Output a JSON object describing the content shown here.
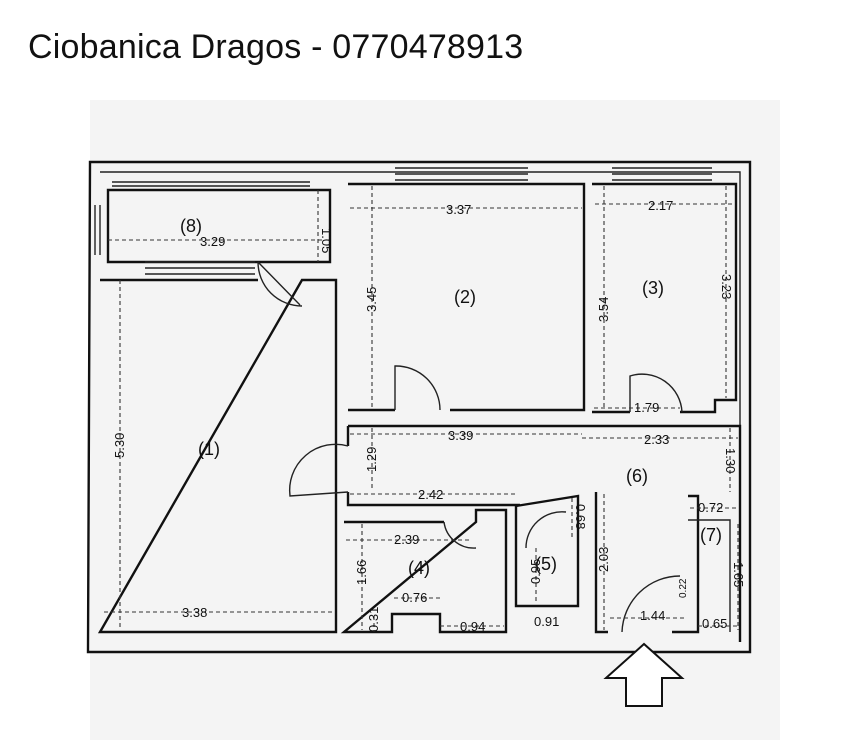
{
  "header": {
    "title": "Ciobanica Dragos - 0770478913"
  },
  "rooms": [
    {
      "id": "1",
      "label": "(1)"
    },
    {
      "id": "2",
      "label": "(2)"
    },
    {
      "id": "3",
      "label": "(3)"
    },
    {
      "id": "4",
      "label": "(4)"
    },
    {
      "id": "5",
      "label": "(5)"
    },
    {
      "id": "6",
      "label": "(6)"
    },
    {
      "id": "7",
      "label": "(7)"
    },
    {
      "id": "8",
      "label": "(8)"
    }
  ],
  "dimensions": [
    "3.29",
    "1.05",
    "3.37",
    "2.17",
    "3.45",
    "3.54",
    "3.23",
    "1.79",
    "3.39",
    "2.33",
    "1.29",
    "1.30",
    "5.30",
    "2.42",
    "2.39",
    "0.72",
    "1.66",
    "0.76",
    "0.94",
    "0.31",
    "0.95",
    "0.91",
    "0.68",
    "2.03",
    "1.65",
    "1.44",
    "0.65",
    "3.38",
    "0.22"
  ],
  "colors": {
    "wall": "#111111",
    "background": "#ffffff",
    "paper": "#f4f4f4"
  },
  "icons": {
    "entrance": "entrance-arrow-icon"
  }
}
